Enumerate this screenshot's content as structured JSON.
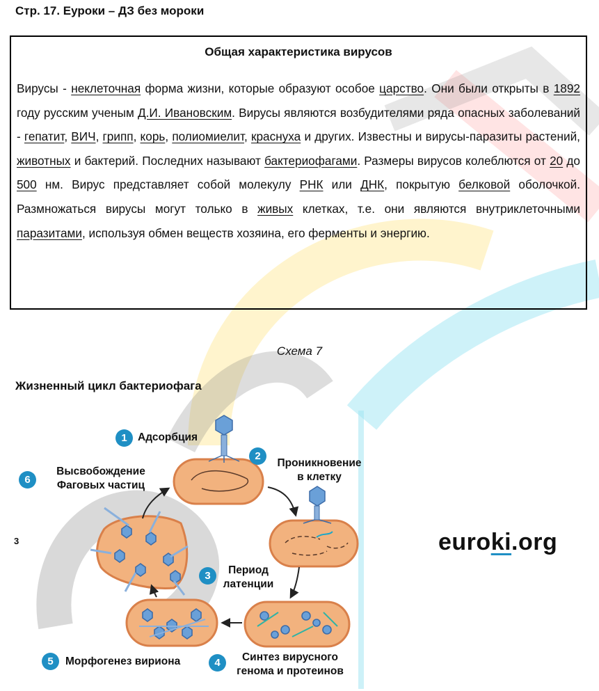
{
  "header": {
    "title": "Стр. 17. Еуроки – ДЗ без мороки"
  },
  "box": {
    "title": "Общая характеристика вирусов",
    "t": [
      "Вирусы - ",
      "неклеточная",
      " форма жизни, которые образуют особое ",
      "царство",
      ". Они были открыты в ",
      "1892",
      " году русским ученым ",
      "Д.И. Ивановским",
      ". Вирусы являются возбудителями ряда опасных заболеваний - ",
      "гепатит",
      ", ",
      "ВИЧ",
      ", ",
      "грипп",
      ", ",
      "корь",
      ", ",
      "полиомиелит",
      ", ",
      "краснуха",
      " и других. Известны и вирусы-паразиты растений, ",
      "животных",
      " и бактерий. Последних называют ",
      "бактериофагами",
      ". Размеры вирусов колеблются от ",
      "20",
      " до ",
      "500",
      " нм. Вирус представляет собой молекулу ",
      "РНК",
      " или ",
      "ДНК",
      ", покрытую ",
      "белковой",
      " оболочкой. Размножаться вирусы могут только в ",
      "живых",
      " клетках, т.е. они являются внутриклеточными ",
      "паразитами",
      ", используя обмен веществ хозяина, его ферменты и энергию."
    ]
  },
  "schema_label": "Схема 7",
  "diagram": {
    "title": "Жизненный цикл бактериофага",
    "steps": [
      {
        "num": "1",
        "label": "Адсорбция"
      },
      {
        "num": "2",
        "label_1": "Проникновение",
        "label_2": "в клетку"
      },
      {
        "num": "3",
        "label_1": "Период",
        "label_2": "латенции"
      },
      {
        "num": "4",
        "label_1": "Синтез вирусного",
        "label_2": "генома и протеинов"
      },
      {
        "num": "5",
        "label": "Морфогенез вириона"
      },
      {
        "num": "6",
        "label_1": "Высвобождение",
        "label_2": "Фаговых частиц"
      }
    ]
  },
  "brand": {
    "pre": "euro",
    "accent": "ki",
    "post": ".org"
  },
  "page_number": "3",
  "colors": {
    "accent": "#1f8fc4",
    "cell_fill": "#f2b27e",
    "cell_border": "#d9804a"
  }
}
